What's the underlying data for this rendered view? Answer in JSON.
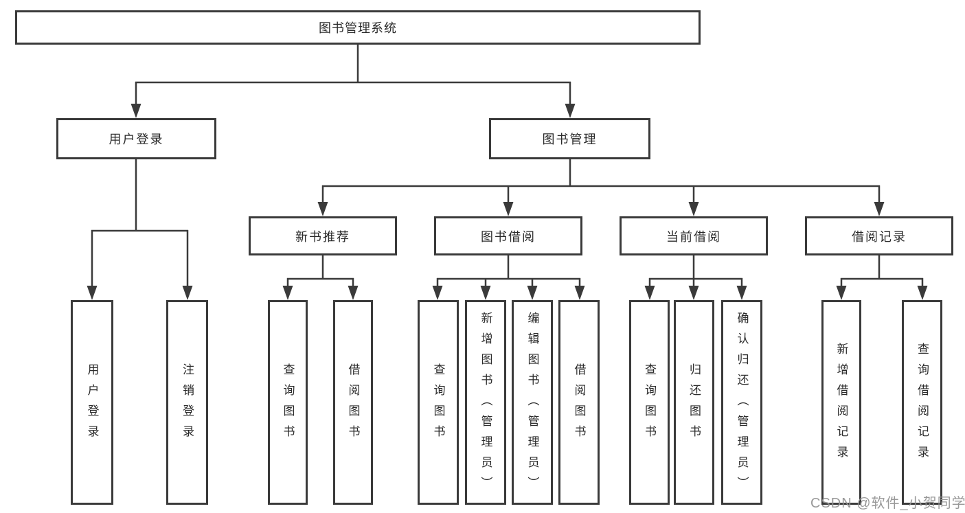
{
  "diagram": {
    "root": "图书管理系统",
    "level2": [
      {
        "label": "用户登录",
        "children": [
          "用户登录",
          "注销登录"
        ]
      },
      {
        "label": "图书管理",
        "children": [
          {
            "label": "新书推荐",
            "children": [
              "查询图书",
              "借阅图书"
            ]
          },
          {
            "label": "图书借阅",
            "children": [
              "查询图书",
              "新增图书（管理员）",
              "编辑图书（管理员）",
              "借阅图书"
            ]
          },
          {
            "label": "当前借阅",
            "children": [
              "查询图书",
              "归还图书",
              "确认归还（管理员）"
            ]
          },
          {
            "label": "借阅记录",
            "children": [
              "新增借阅记录",
              "查询借阅记录"
            ]
          }
        ]
      }
    ]
  },
  "watermark": "CSDN @软件_小贺同学",
  "colors": {
    "line": "#3a3a3a",
    "text": "#2b2b2b",
    "watermark": "#949494",
    "background": "#ffffff"
  }
}
